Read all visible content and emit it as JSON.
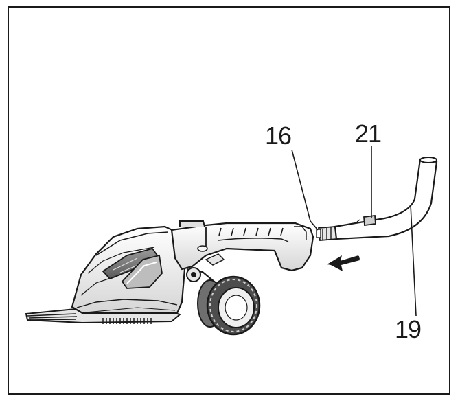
{
  "callouts": {
    "part_16": "16",
    "part_21": "21",
    "part_19": "19"
  },
  "colors": {
    "ink": "#1a1a1a",
    "light_fill": "#f2f2f2",
    "mid_fill": "#cfcfcf",
    "dark_fill": "#7a7a7a"
  }
}
